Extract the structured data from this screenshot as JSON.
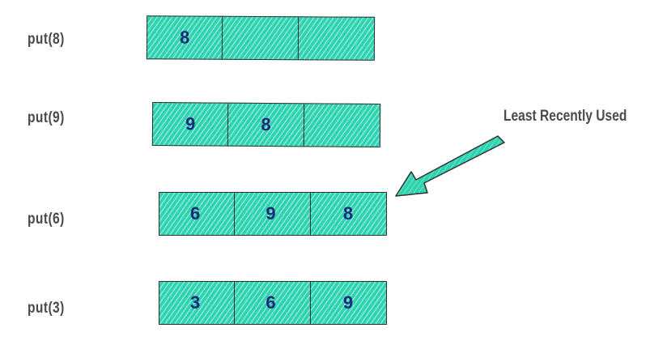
{
  "operations": [
    {
      "label": "put(8)",
      "cells": [
        "8",
        "",
        ""
      ]
    },
    {
      "label": "put(9)",
      "cells": [
        "9",
        "8",
        ""
      ]
    },
    {
      "label": "put(6)",
      "cells": [
        "6",
        "9",
        "8"
      ]
    },
    {
      "label": "put(3)",
      "cells": [
        "3",
        "6",
        "9"
      ]
    }
  ],
  "annotation": {
    "label": "Least Recently Used"
  },
  "colors": {
    "cell_fill": "#2ed3b0",
    "cell_border": "#2f2f2f",
    "value_text": "#1d2a7a",
    "label_text": "#4a4a4a"
  }
}
